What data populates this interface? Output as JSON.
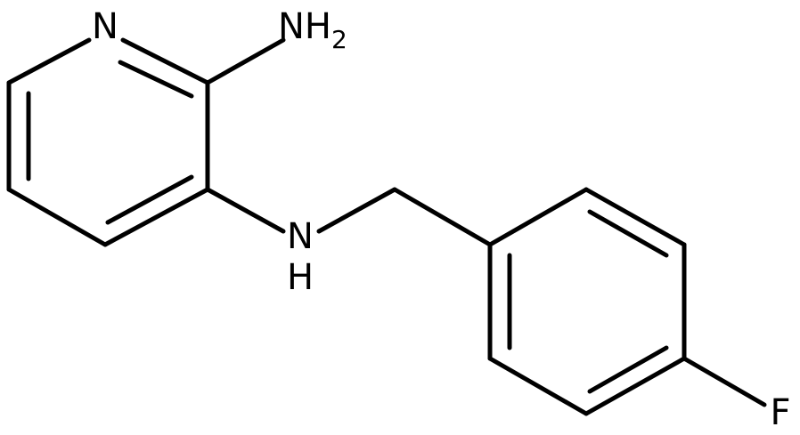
{
  "molecule": {
    "atoms": {
      "n_ring": "N",
      "nh2_main": "NH",
      "nh2_sub": "2",
      "nh_n": "N",
      "nh_h": "H",
      "fluorine": "F"
    }
  }
}
